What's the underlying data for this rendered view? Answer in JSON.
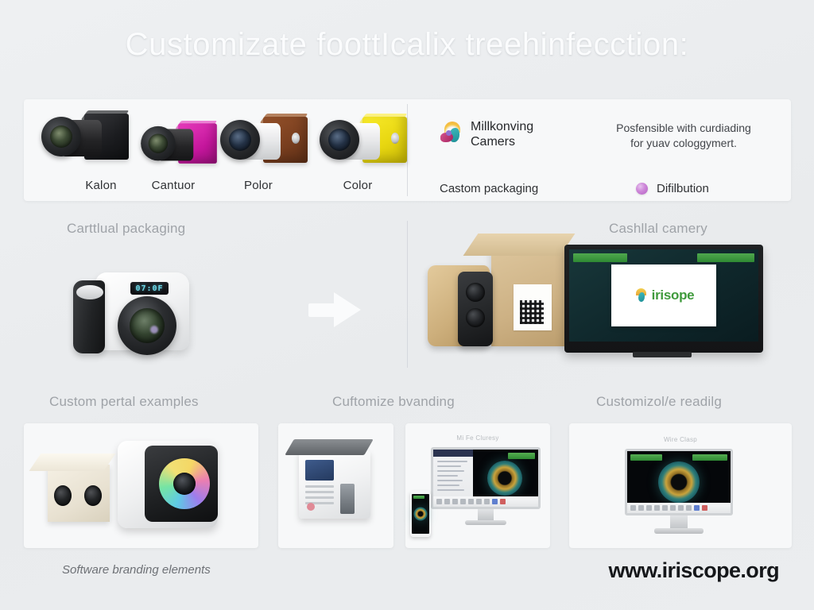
{
  "page": {
    "title": "Customizate foottIcalix treehinfecction:",
    "background_color": "#eceef0",
    "card_color": "#f7f8f9"
  },
  "top_panel": {
    "products": [
      {
        "label": "Kalon",
        "body_color": "#1b1c1e",
        "barrel": "dark",
        "lens": "green"
      },
      {
        "label": "Cantuor",
        "body_color": "#d81fb4",
        "barrel": "dark",
        "lens": "green"
      },
      {
        "label": "Polor",
        "body_color": "#8a4a22",
        "barrel": "light",
        "lens": "blue"
      },
      {
        "label": "Color",
        "body_color": "#f2e016",
        "barrel": "light",
        "lens": "blue"
      }
    ],
    "brand": {
      "name_line1": "Millkonving",
      "name_line2": "Camers",
      "logo_name": "millkonving-swirl-logo",
      "logo_colors": [
        "#f5c544",
        "#2aa3a8",
        "#c2417c"
      ]
    },
    "tagline_line1": "Posfensible with curdiading",
    "tagline_line2": "for yuav cologgymert.",
    "caption_left": "Castom packaging",
    "caption_right": "Difilbution",
    "bullet_color": "#b45fc3"
  },
  "middle": {
    "caption_left": "Carttlual packaging",
    "caption_right": "Cashllal camery",
    "camera_lcd": "07:0F",
    "arrow_name": "right-arrow",
    "monitor_logo_text": "irisope",
    "monitor_logo_color": "#3f9a3c"
  },
  "bottom": {
    "captions": [
      "Custom pertal examples",
      "Cuftomize bvanding",
      "Customizol/e readilg"
    ],
    "card3_screen_title": "Mi Fe Cluresy",
    "card4_screen_title": "Wire Clasp"
  },
  "footer": {
    "caption": "Software branding elements",
    "url": "www.iriscope.org"
  }
}
